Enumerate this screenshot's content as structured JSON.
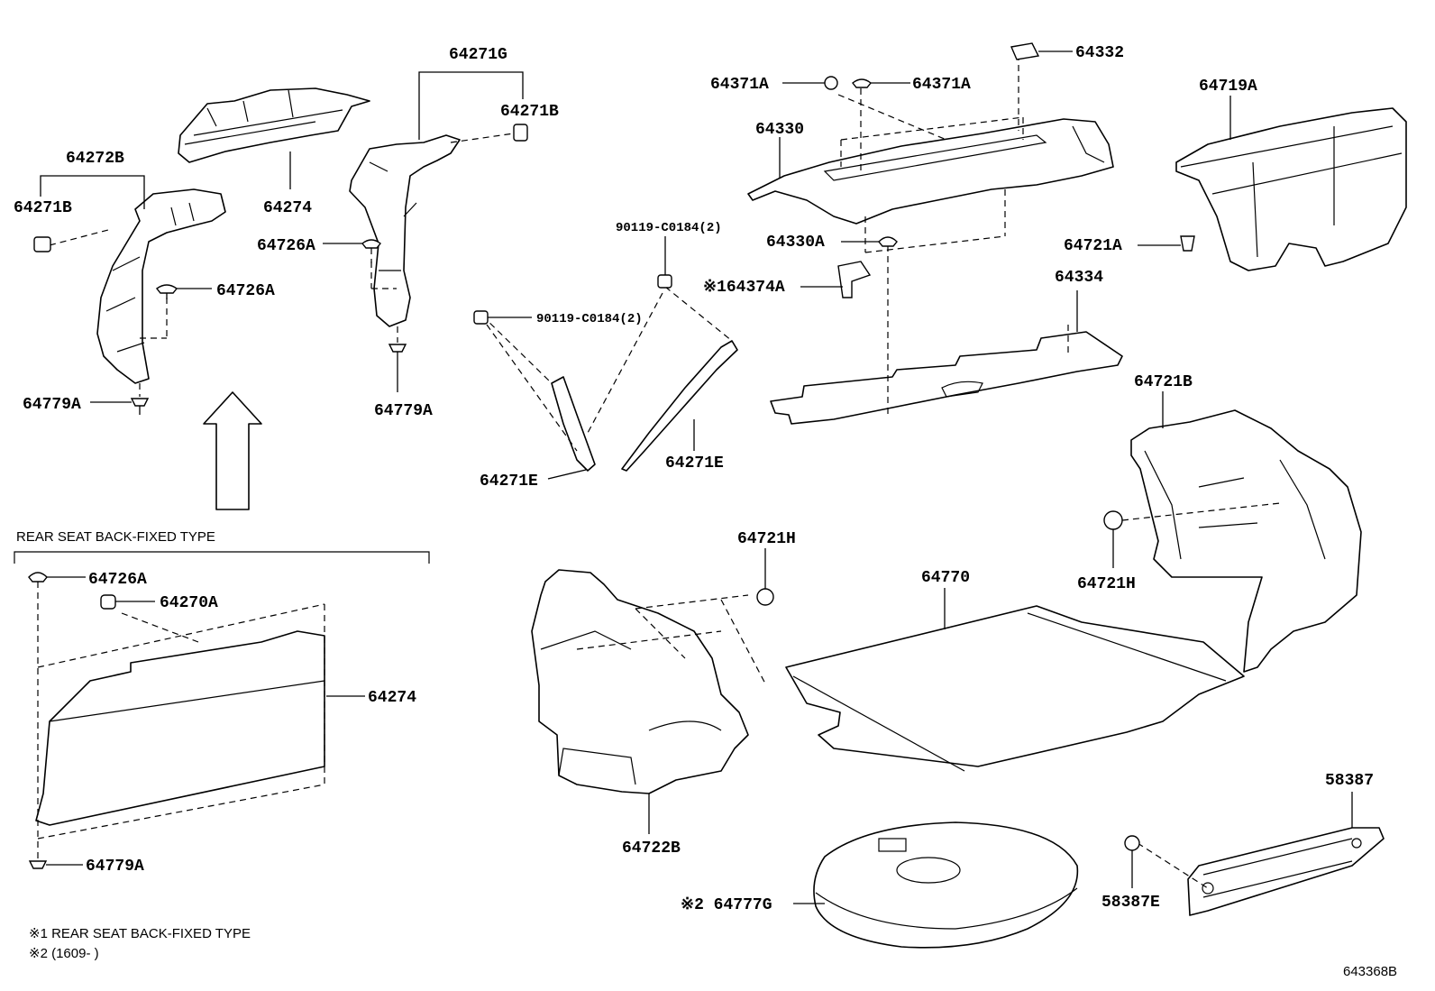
{
  "labels": {
    "l64271G": "64271G",
    "l64271B_top": "64271B",
    "l64272B": "64272B",
    "l64271B_left": "64271B",
    "l64274_top": "64274",
    "l64726A_mid": "64726A",
    "l64726A_left": "64726A",
    "l64779A_left": "64779A",
    "l64779A_mid": "64779A",
    "l90119_a": "90119-C0184(2)",
    "l90119_b": "90119-C0184(2)",
    "l64271E_a": "64271E",
    "l64271E_b": "64271E",
    "l64371A_a": "64371A",
    "l64371A_b": "64371A",
    "l64332": "64332",
    "l64330": "64330",
    "l64374A": "※164374A",
    "l64330A": "64330A",
    "l64334": "64334",
    "l64719A": "64719A",
    "l64721A": "64721A",
    "l64721B": "64721B",
    "l64721H_a": "64721H",
    "l64721H_b": "64721H",
    "l64770": "64770",
    "l64722B": "64722B",
    "l58387": "58387",
    "l58387E": "58387E",
    "l64777G": "※2 64777G",
    "l64726A_box": "64726A",
    "l64270A": "64270A",
    "l64274_box": "64274",
    "l64779A_box": "64779A"
  },
  "notes": {
    "box_title": "REAR SEAT BACK-FIXED TYPE",
    "note1": "※1 REAR SEAT BACK-FIXED TYPE",
    "note2": "※2 (1609-      )",
    "diagram_id": "643368B"
  }
}
